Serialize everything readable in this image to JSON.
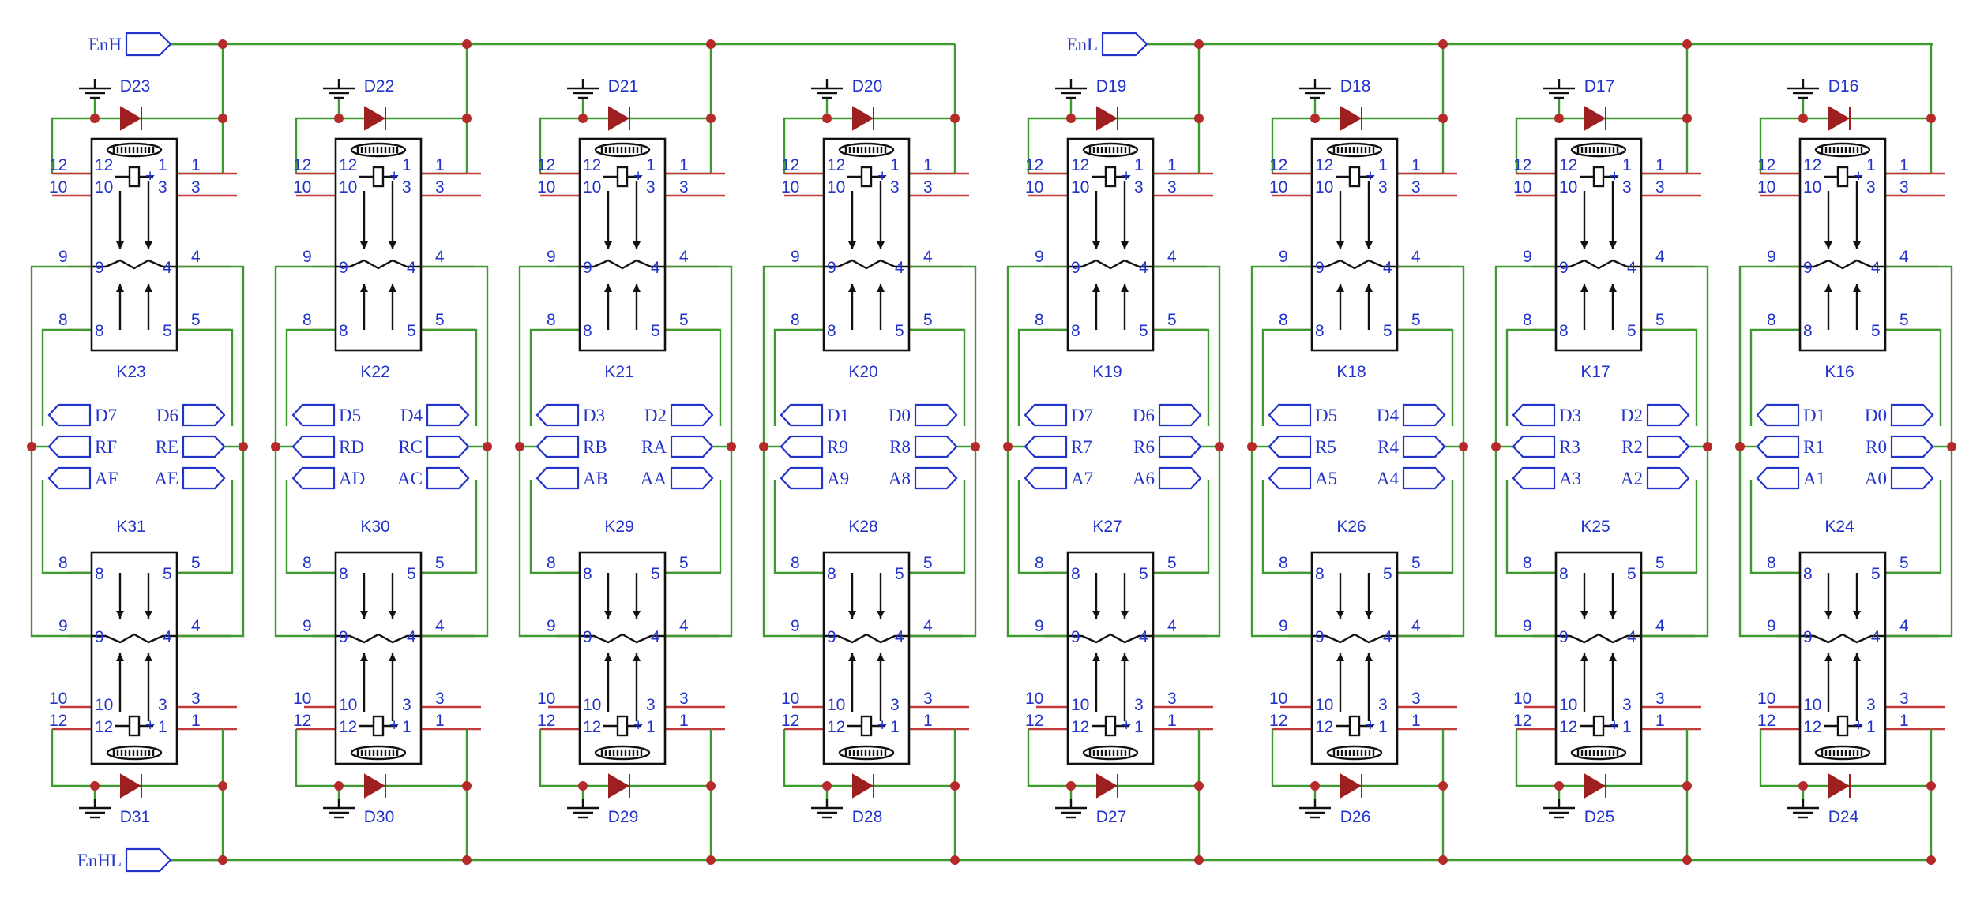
{
  "enables": {
    "top_left": "EnH",
    "top_right": "EnL",
    "bottom": "EnHL"
  },
  "top_columns": [
    {
      "relay": "K23",
      "diode": "D23"
    },
    {
      "relay": "K22",
      "diode": "D22"
    },
    {
      "relay": "K21",
      "diode": "D21"
    },
    {
      "relay": "K20",
      "diode": "D20"
    },
    {
      "relay": "K19",
      "diode": "D19"
    },
    {
      "relay": "K18",
      "diode": "D18"
    },
    {
      "relay": "K17",
      "diode": "D17"
    },
    {
      "relay": "K16",
      "diode": "D16"
    }
  ],
  "bottom_columns": [
    {
      "relay": "K31",
      "diode": "D31"
    },
    {
      "relay": "K30",
      "diode": "D30"
    },
    {
      "relay": "K29",
      "diode": "D29"
    },
    {
      "relay": "K28",
      "diode": "D28"
    },
    {
      "relay": "K27",
      "diode": "D27"
    },
    {
      "relay": "K26",
      "diode": "D26"
    },
    {
      "relay": "K25",
      "diode": "D25"
    },
    {
      "relay": "K24",
      "diode": "D24"
    }
  ],
  "signal_ports": [
    {
      "row1": [
        "D7",
        "D6"
      ],
      "row2": [
        "RF",
        "RE"
      ],
      "row3": [
        "AF",
        "AE"
      ]
    },
    {
      "row1": [
        "D5",
        "D4"
      ],
      "row2": [
        "RD",
        "RC"
      ],
      "row3": [
        "AD",
        "AC"
      ]
    },
    {
      "row1": [
        "D3",
        "D2"
      ],
      "row2": [
        "RB",
        "RA"
      ],
      "row3": [
        "AB",
        "AA"
      ]
    },
    {
      "row1": [
        "D1",
        "D0"
      ],
      "row2": [
        "R9",
        "R8"
      ],
      "row3": [
        "A9",
        "A8"
      ]
    },
    {
      "row1": [
        "D7",
        "D6"
      ],
      "row2": [
        "R7",
        "R6"
      ],
      "row3": [
        "A7",
        "A6"
      ]
    },
    {
      "row1": [
        "D5",
        "D4"
      ],
      "row2": [
        "R5",
        "R4"
      ],
      "row3": [
        "A5",
        "A4"
      ]
    },
    {
      "row1": [
        "D3",
        "D2"
      ],
      "row2": [
        "R3",
        "R2"
      ],
      "row3": [
        "A3",
        "A2"
      ]
    },
    {
      "row1": [
        "D1",
        "D0"
      ],
      "row2": [
        "R1",
        "R0"
      ],
      "row3": [
        "A1",
        "A0"
      ]
    }
  ],
  "pins": {
    "p12": "12",
    "p10": "10",
    "p9": "9",
    "p8": "8",
    "p1": "1",
    "p3": "3",
    "p4": "4",
    "p5": "5",
    "plus": "+"
  }
}
